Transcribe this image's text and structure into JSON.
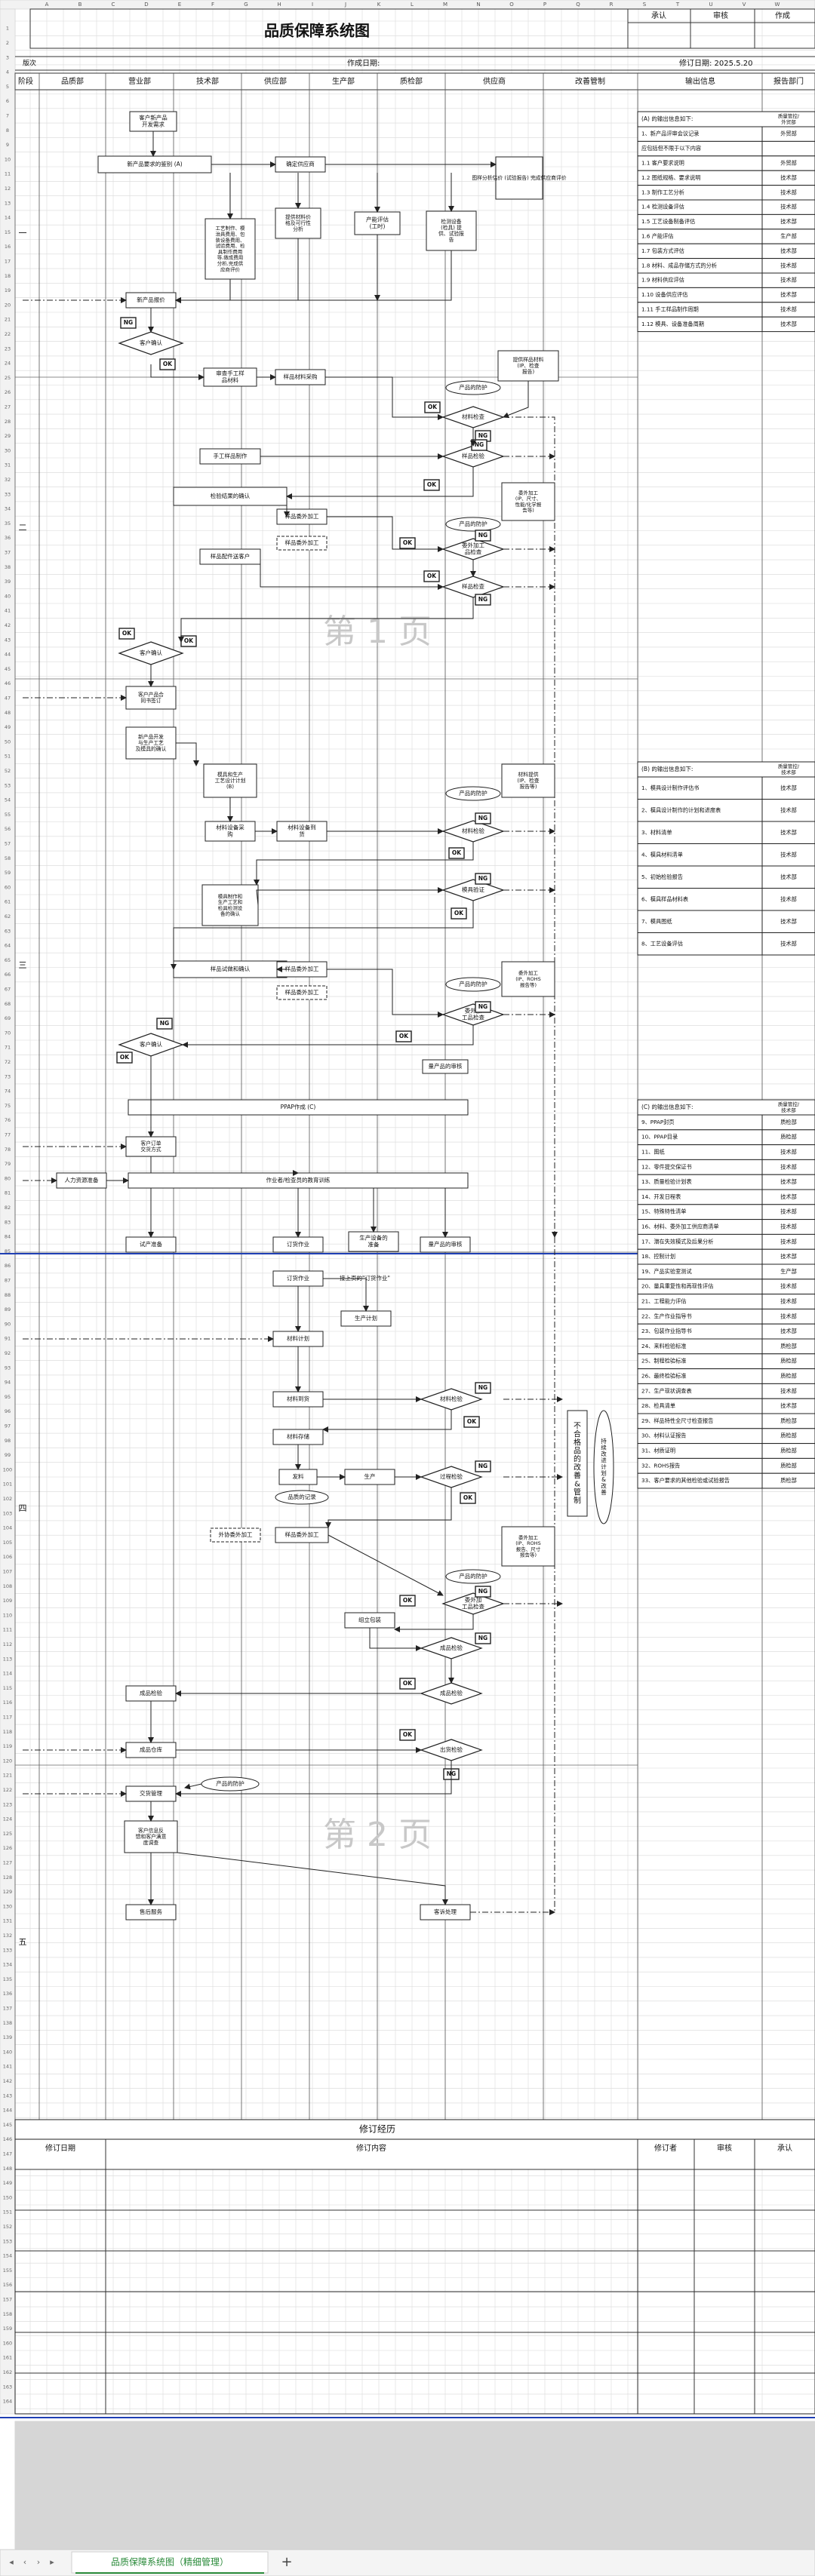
{
  "title": "品质保障系统图",
  "approval_headers": [
    "承认",
    "审核",
    "作成"
  ],
  "edition_label": "版次",
  "create_date_label": "作成日期:",
  "revise_date_label": "修订日期: 2025.5.20",
  "stage_label": "阶段",
  "departments": [
    "品质部",
    "营业部",
    "技术部",
    "供应部",
    "生产部",
    "质检部",
    "供应商",
    "改善管制"
  ],
  "col_letters": [
    "A",
    "B",
    "C",
    "D",
    "E",
    "F",
    "G",
    "H",
    "I",
    "J",
    "K",
    "L",
    "M",
    "N",
    "O",
    "P",
    "Q",
    "R",
    "S",
    "T",
    "U",
    "V",
    "W"
  ],
  "output_header": "输出信息",
  "report_header": "报告部门",
  "stages": [
    "一",
    "二",
    "三",
    "四",
    "五"
  ],
  "watermarks": [
    "第 1 页",
    "第 2 页"
  ],
  "flow": {
    "customer_req": "客户新产品\n开发需求",
    "new_req_review": "新产品要求的鉴别 (A)",
    "supplier_confirm": "确定供应商",
    "supplier_eval": "图样分析估价 (试验报告) 完成供应商评价",
    "tech_review": "工艺制作、模\n治具费用、包\n装设备费用、\n试验费用、检\n具制作费用\n等,做成费用\n分析,完成供\n应商评价",
    "material_cost": "提供材料价\n格及可行性\n分析",
    "capacity_eval": "产能评估\n(工时)",
    "test_equipment": "检测设备\n(检具) 提\n供、试验报\n告",
    "quote": "新产品报价",
    "customer_confirm_1": "客户确认",
    "prototype_design": "审查手工样\n品材料",
    "sample_purchase": "样品材料采购",
    "supplier_sample": "提供样品材料\n(IP、检查\n报告)",
    "material_check": "材料检查",
    "product_protect": "产品的防护",
    "manual_sample": "手工样品制作",
    "sample_inspect": "样品检验",
    "inspect_confirm": "检验结果的确认",
    "sample_outsource": "样品委外加工",
    "outsource_proc": "委外加工\n(IP、尺寸、\n性能/化学报\n告等)",
    "outsource_check": "委外加工\n品检查",
    "sample_to_customer": "样品配件送客户",
    "sample_check_2": "样品检查",
    "customer_confirm_2": "客户确认",
    "customer_sign": "客户产品合\n同书签订",
    "trial_plan": "新产品开发\n与生产工艺\n及模具的确认",
    "mold_design": "模具和生产\n工艺设计计划\n(B)",
    "material_purchase": "材料设备采\n购",
    "material_arrival": "材料设备到\n货",
    "supplier_material": "材料提供\n(IP、检查\n报告等)",
    "material_inspect": "材料检验",
    "mold_trial": "模具制作和\n生产工艺和\n检具检测设\n备的确认",
    "mold_verify": "模具验证",
    "small_batch": "样品试做和确认",
    "small_outsource": "样品委外加工",
    "outsource_qc": "委外加工\n(IP、ROHS\n报告等)",
    "outsource_check_2": "委外加\n工品检查",
    "customer_approve": "客户确认",
    "ppap": "PPAP作成 (C)",
    "order_signed": "客户订单\n交货方式",
    "hr_train": "人力资源准备",
    "operation_train": "作业者/检查员的教育训练",
    "trial_run": "试产准备",
    "order_arrange": "订货作业",
    "production_equip": "生产设备的\n准备",
    "qc_inspect": "量产品的审核",
    "order_job": "订货作业",
    "order_note": "接上页的\"订货作业\"",
    "production_plan": "生产计划",
    "material_plan": "材料计划",
    "material_arrival_2": "材料到货",
    "material_check_2": "材料检验",
    "material_store": "材料存储",
    "issue": "发料",
    "produce": "生产",
    "process_inspect": "过程检验",
    "quality_record": "品质的记录",
    "mass_outsource": "外协委外加工",
    "mass_outsource_supplier": "委外加工\n(IP、ROHS\n报告、尺寸\n报告等)",
    "assemble": "组立包装",
    "final_inspect": "成品检验",
    "finished_store": "成品检验",
    "warehouse": "成品仓库",
    "shipping_inspect": "出货检验",
    "product_protect_2": "产品的防护",
    "delivery": "交货管理",
    "customer_feedback": "客户信息反\n馈和客户满意\n度调查",
    "after_service": "售后服务",
    "complaint": "客诉处理",
    "nonconform": "不合格品的改善&管制",
    "continuous_improve": "持续改进计划&改善",
    "ok": "OK",
    "ng": "NG"
  },
  "outputs_a": {
    "title": "(A) 的输出信息如下:",
    "dept": "质量管控/\n外贸部",
    "rows": [
      [
        "1、新产品评审会议记录",
        "外贸部"
      ],
      [
        "应包括但不限于以下内容",
        ""
      ],
      [
        "1.1 客户要求说明",
        "外贸部"
      ],
      [
        "1.2 图纸规格、要求说明",
        "技术部"
      ],
      [
        "1.3 制作工艺分析",
        "技术部"
      ],
      [
        "1.4 检测设备评估",
        "技术部"
      ],
      [
        "1.5 工艺设备制备评估",
        "技术部"
      ],
      [
        "1.6 产能评估",
        "生产部"
      ],
      [
        "1.7 包装方式评估",
        "技术部"
      ],
      [
        "1.8 材料、成品存储方式的分析",
        "技术部"
      ],
      [
        "1.9 材料供应评估",
        "技术部"
      ],
      [
        "1.10 设备供应评估",
        "技术部"
      ],
      [
        "1.11 手工样品制作周期",
        "技术部"
      ],
      [
        "1.12 模具、设备准备周期",
        "技术部"
      ]
    ]
  },
  "outputs_b": {
    "title": "(B) 的输出信息如下:",
    "dept": "质量管控/\n技术部",
    "rows": [
      [
        "1、模具设计制作评估书",
        "技术部"
      ],
      [
        "2、模具设计制作的计划和进度表",
        "技术部"
      ],
      [
        "3、材料清单",
        "技术部"
      ],
      [
        "4、模具材料清单",
        "技术部"
      ],
      [
        "5、初始检验报告",
        "技术部"
      ],
      [
        "6、模具样品材料表",
        "技术部"
      ],
      [
        "7、模具图纸",
        "技术部"
      ],
      [
        "8、工艺设备评估",
        "技术部"
      ]
    ]
  },
  "outputs_c": {
    "title": "(C) 的输出信息如下:",
    "dept": "质量管控/\n技术部",
    "rows": [
      [
        "9、PPAP封页",
        "质检部"
      ],
      [
        "10、PPAP目录",
        "质检部"
      ],
      [
        "11、图纸",
        "技术部"
      ],
      [
        "12、零件提交保证书",
        "技术部"
      ],
      [
        "13、质量检验计划表",
        "技术部"
      ],
      [
        "14、开发日程表",
        "技术部"
      ],
      [
        "15、特殊特性清单",
        "技术部"
      ],
      [
        "16、材料、委外加工供应商清单",
        "技术部"
      ],
      [
        "17、潜在失效模式及后果分析",
        "技术部"
      ],
      [
        "18、控制计划",
        "技术部"
      ],
      [
        "19、产品实验室测试",
        "生产部"
      ],
      [
        "20、量具重复性和再现性评估",
        "技术部"
      ],
      [
        "21、工程能力评估",
        "技术部"
      ],
      [
        "22、生产作业指导书",
        "技术部"
      ],
      [
        "23、包装作业指导书",
        "技术部"
      ],
      [
        "24、来料检验标准",
        "质检部"
      ],
      [
        "25、制程检验标准",
        "质检部"
      ],
      [
        "26、最终检验标准",
        "质检部"
      ],
      [
        "27、生产现状调查表",
        "技术部"
      ],
      [
        "28、检具清单",
        "技术部"
      ],
      [
        "29、样品特性全尺寸检查报告",
        "质检部"
      ],
      [
        "30、材料认证报告",
        "质检部"
      ],
      [
        "31、材质证明",
        "质检部"
      ],
      [
        "32、ROHS报告",
        "质检部"
      ],
      [
        "33、客户要求的其他检验或试验报告",
        "质检部"
      ]
    ]
  },
  "revision": {
    "title": "修订经历",
    "headers": [
      "修订日期",
      "修订内容",
      "修订者",
      "审核",
      "承认"
    ]
  },
  "row_numbers_note": "1",
  "sheet_tab": "品质保障系统图（精细管理）",
  "add_sheet": "+",
  "nav": {
    "first": "◂",
    "prev": "‹",
    "next": "›",
    "last": "▸"
  }
}
